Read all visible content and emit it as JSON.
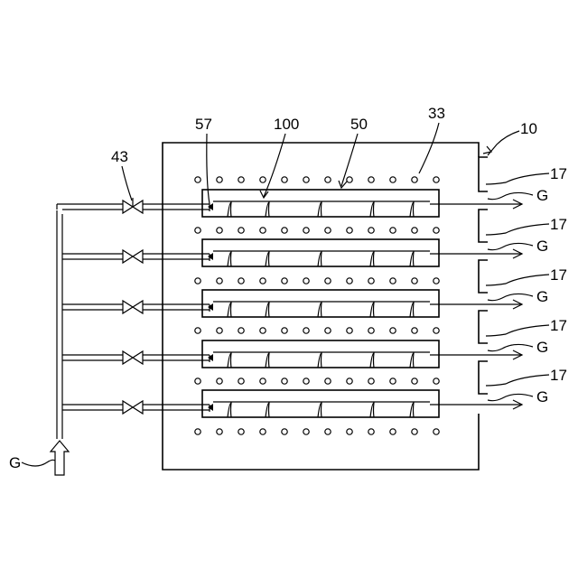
{
  "labels": {
    "vessel": "10",
    "tube_row": "33",
    "plate": "50",
    "chamber": "100",
    "nozzle": "57",
    "valve": "43",
    "outlet": "17",
    "gas_out": "G",
    "gas_in": "G"
  },
  "structure": {
    "stages": 5,
    "tube_rows": 6,
    "tubes_per_row": 12,
    "nozzles_per_stage": 5
  }
}
